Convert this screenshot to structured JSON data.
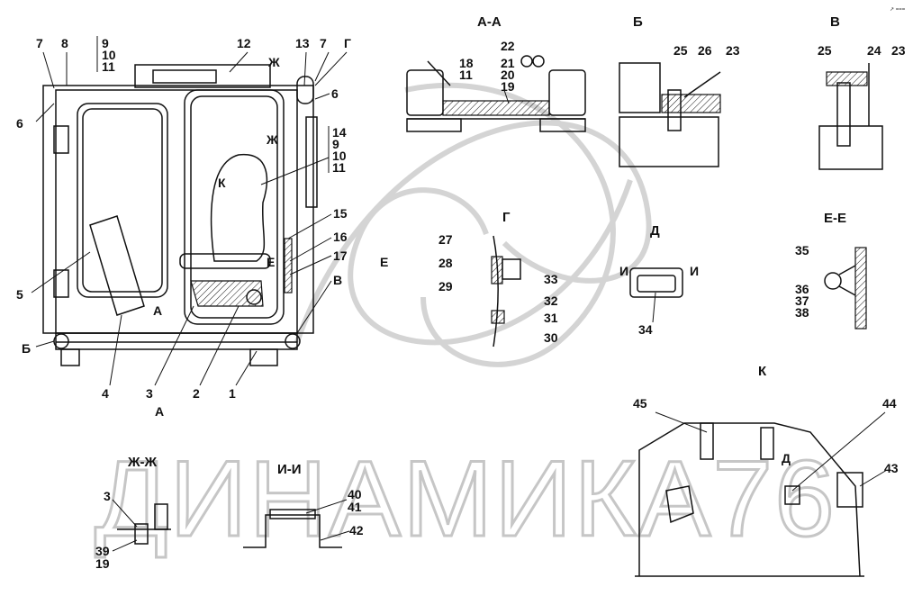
{
  "corner_mark": "↗ ===",
  "watermark": "ДИНАМИКА76",
  "main_view": {
    "l7a": "7",
    "l8": "8",
    "l9": "9",
    "l10": "10",
    "l11": "11",
    "l12": "12",
    "l13": "13",
    "l7b": "7",
    "lG": "Г",
    "lZh1": "Ж",
    "l6a": "6",
    "l6b": "6",
    "l14": "14",
    "l9b": "9",
    "l10b": "10",
    "l11b": "11",
    "lZh2": "Ж",
    "lK": "К",
    "l15": "15",
    "l16": "16",
    "l17": "17",
    "lE1": "Е",
    "lV": "В",
    "lE2": "Е",
    "l5": "5",
    "lA1": "А",
    "lB": "Б",
    "l4": "4",
    "l3": "3",
    "l2": "2",
    "l1": "1",
    "lA2": "А"
  },
  "section_aa": {
    "title": "А-А",
    "l22": "22",
    "l18": "18",
    "l11": "11",
    "l21": "21",
    "l20": "20",
    "l19": "19"
  },
  "section_b": {
    "title": "Б",
    "l25": "25",
    "l26": "26",
    "l23": "23"
  },
  "section_v": {
    "title": "В",
    "l25": "25",
    "l24": "24",
    "l23": "23"
  },
  "section_g": {
    "title": "Г",
    "l27": "27",
    "l28": "28",
    "l29": "29",
    "l33": "33",
    "l32": "32",
    "l31": "31",
    "l30": "30"
  },
  "view_d": {
    "title": "Д",
    "lI1": "И",
    "lI2": "И",
    "l34": "34"
  },
  "section_ee": {
    "title": "Е-Е",
    "l35": "35",
    "l36": "36",
    "l37": "37",
    "l38": "38"
  },
  "view_k": {
    "title": "К",
    "l45": "45",
    "l44": "44",
    "l43": "43",
    "lD": "Д"
  },
  "section_zhzh": {
    "title": "Ж-Ж",
    "l3": "3",
    "l39": "39",
    "l19": "19"
  },
  "section_ii": {
    "title": "И-И",
    "l40": "40",
    "l41": "41",
    "l42": "42"
  }
}
